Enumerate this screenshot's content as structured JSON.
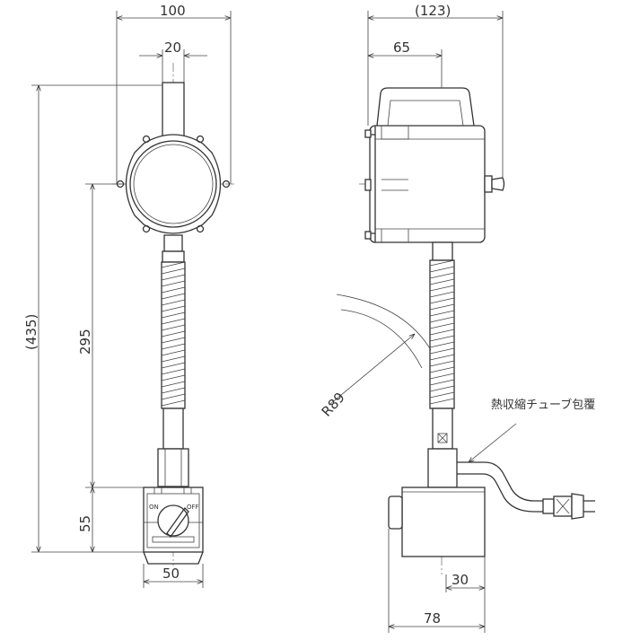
{
  "front_view": {
    "dimensions": {
      "width": "100",
      "pole_diameter": "20",
      "total_height": "(435)",
      "arm_length": "295",
      "base_height": "55",
      "base_width": "50"
    },
    "switch_labels": {
      "on": "ON",
      "off": "OFF"
    }
  },
  "side_view": {
    "dimensions": {
      "depth": "(123)",
      "housing_depth": "65",
      "bend_radius": "R89",
      "cable_offset": "30",
      "base_depth": "78"
    },
    "note": "熱収縮チューブ包覆"
  }
}
